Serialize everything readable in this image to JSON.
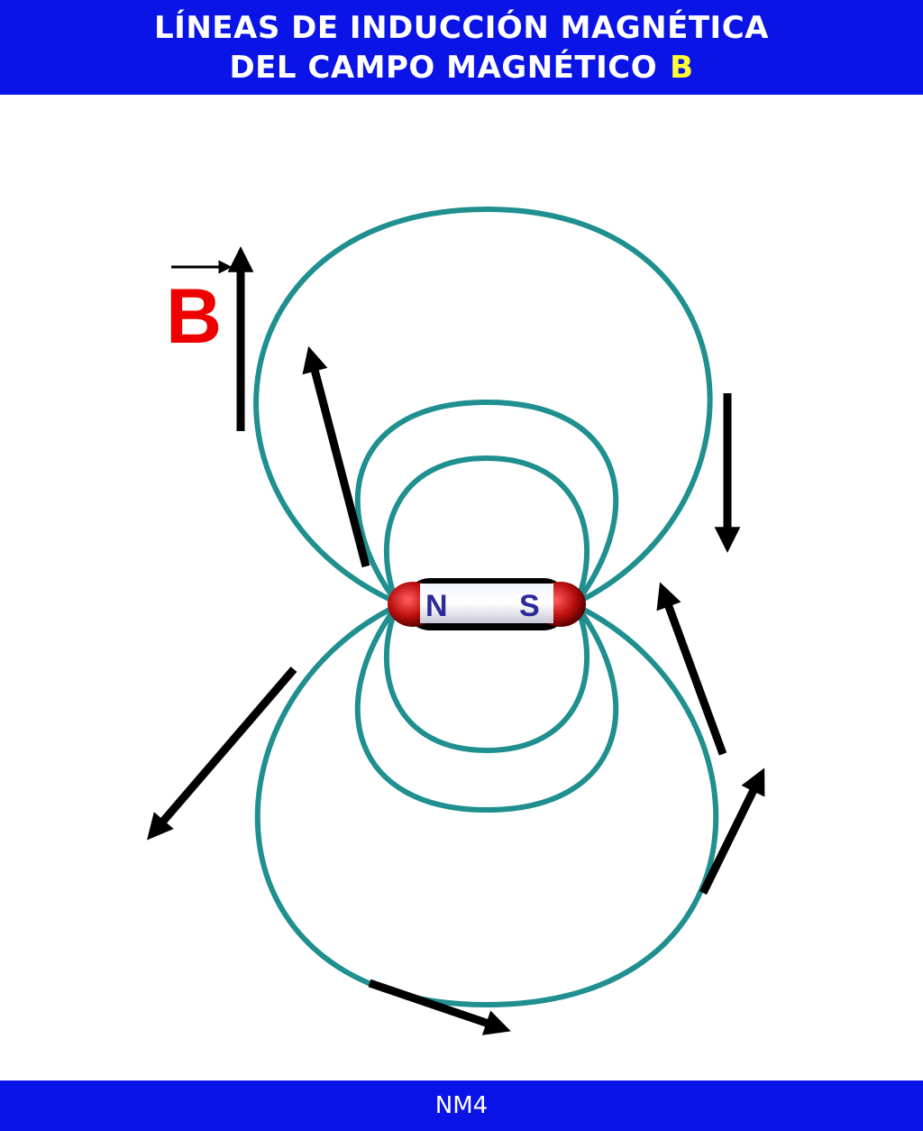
{
  "header": {
    "line1": "LÍNEAS DE INDUCCIÓN MAGNÉTICA",
    "line2": "DEL CAMPO MAGNÉTICO",
    "symbol": "B"
  },
  "diagram": {
    "vector_label": "B",
    "magnet": {
      "north_label": "N",
      "south_label": "S"
    },
    "colors": {
      "field_line": "#1f8f8f",
      "arrow": "#000000",
      "vector_label": "#ee0000",
      "magnet_pole": "#c01010",
      "header_bg": "#0a14e6",
      "header_symbol": "#ffff33"
    }
  },
  "footer": {
    "code": "NM4"
  }
}
